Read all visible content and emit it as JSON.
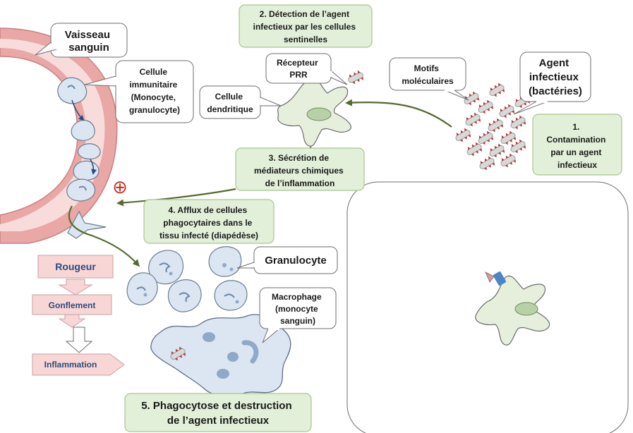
{
  "labels": {
    "vessel": [
      "Vaisseau",
      "sanguin"
    ],
    "immune_cell": [
      "Cellule",
      "immunitaire",
      "(Monocyte,",
      "granulocyte)"
    ],
    "prr_receptor": [
      "Récepteur",
      "PRR"
    ],
    "dendritic_cell": [
      "Cellule",
      "dendritique"
    ],
    "molecular_motifs": [
      "Motifs",
      "moléculaires"
    ],
    "infectious_agent": [
      "Agent",
      "infectieux",
      "(bactéries)"
    ],
    "granulocyte": "Granulocyte",
    "macrophage": [
      "Macrophage",
      "(monocyte",
      "sanguin)"
    ]
  },
  "steps": {
    "step1": [
      "1.",
      "Contamination",
      "par un agent",
      "infectieux"
    ],
    "step2": [
      "2. Détection de l’agent",
      "infectieux par les cellules",
      "sentinelles"
    ],
    "step3": [
      "3. Sécrétion de",
      "médiateurs chimiques",
      "de l’inflammation"
    ],
    "step4": [
      "4. Afflux de cellules",
      "phagocytaires dans le",
      "tissu infecté (diapédèse)"
    ],
    "step5": [
      "5. Phagocytose et destruction",
      "de l’agent infectieux"
    ]
  },
  "symptoms": [
    "Rougeur",
    "Gonflement",
    "Inflammation"
  ],
  "plus_symbol": "⊕",
  "colors": {
    "step_box": "#e2efd9",
    "vessel_wall": "#e9a7a6",
    "vessel_inner": "#f8dcdc",
    "arrow": "#556b2f",
    "symptom_box": "#f8d6d6",
    "plus_sign": "#c0392b"
  }
}
